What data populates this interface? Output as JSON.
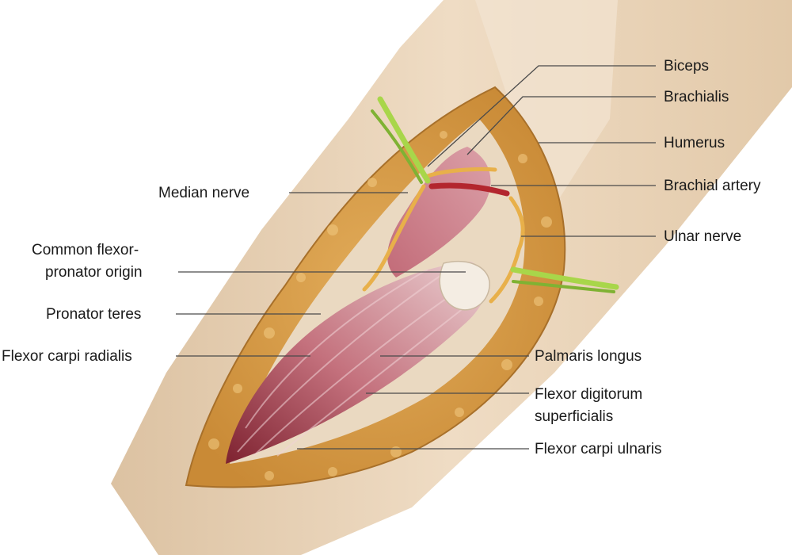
{
  "labels": {
    "biceps": "Biceps",
    "brachialis": "Brachialis",
    "humerus": "Humerus",
    "brachial_artery": "Brachial artery",
    "median_nerve": "Median nerve",
    "ulnar_nerve": "Ulnar nerve",
    "common_flexor_line1": "Common flexor-",
    "common_flexor_line2": "pronator origin",
    "pronator_teres": "Pronator teres",
    "flexor_carpi_radialis": "Flexor carpi radialis",
    "palmaris_longus": "Palmaris longus",
    "fds_line1": "Flexor digitorum",
    "fds_line2": "superficialis",
    "flexor_carpi_ulnaris": "Flexor carpi ulnaris"
  },
  "colors": {
    "skin": "#ecd8bf",
    "skin_shadow": "#dcc2a2",
    "fat": "#d9a24e",
    "fat_dark": "#b97a2a",
    "muscle": "#c9727c",
    "muscle_dark": "#8e2e38",
    "tendon": "#f3ece2",
    "nerve": "#e8b04a",
    "artery": "#b3262e",
    "retractor": "#a8d64a"
  }
}
